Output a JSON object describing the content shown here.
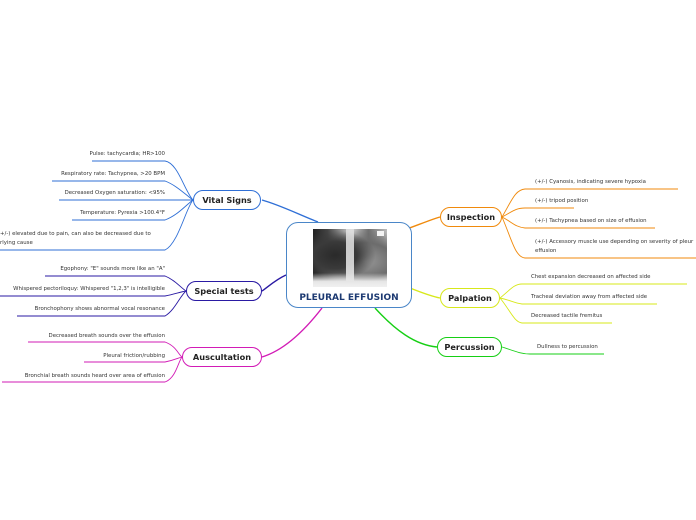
{
  "center": {
    "title": "PLEURAL EFFUSION"
  },
  "colors": {
    "vital_signs": "#2f6fd6",
    "special_tests": "#2a1aa3",
    "auscultation": "#d21bb6",
    "inspection": "#f08a0c",
    "palpation": "#d7e81a",
    "percussion": "#16cf14"
  },
  "branches": {
    "vital_signs": {
      "label": "Vital Signs",
      "items": [
        "Pulse: tachycardia; HR>100",
        "Respiratory rate: Tachypnea, >20 BPM",
        "Decreased Oxygen saturation: <95%",
        "Temperature: Pyrexia >100.4°F",
        "+/-) elevated due to pain, can also be decreased due to",
        "rlying cause"
      ]
    },
    "special_tests": {
      "label": "Special tests",
      "items": [
        "Egophony: \"E\" sounds more like an \"A\"",
        "Whispered pectoriloquy: Whispered \"1,2,3\" is intelligible",
        "Bronchophony shows abnormal vocal resonance"
      ]
    },
    "auscultation": {
      "label": "Auscultation",
      "items": [
        "Decreased breath sounds over the effusion",
        "Pleural friction/rubbing",
        "Bronchial breath sounds heard over area of effusion"
      ]
    },
    "inspection": {
      "label": "Inspection",
      "items": [
        "(+/-) Cyanosis, indicating severe hypoxia",
        "(+/-) tripod position",
        "(+/-) Tachypnea based on size of effusion",
        "(+/-) Accessory muscle use depending on severity of pleur",
        "effusion"
      ]
    },
    "palpation": {
      "label": "Palpation",
      "items": [
        "Chest expansion decreased on affected side",
        "Tracheal deviation away from affected side",
        "Decreased tactile fremitus"
      ]
    },
    "percussion": {
      "label": "Percussion",
      "items": [
        "Dullness to percussion"
      ]
    }
  }
}
